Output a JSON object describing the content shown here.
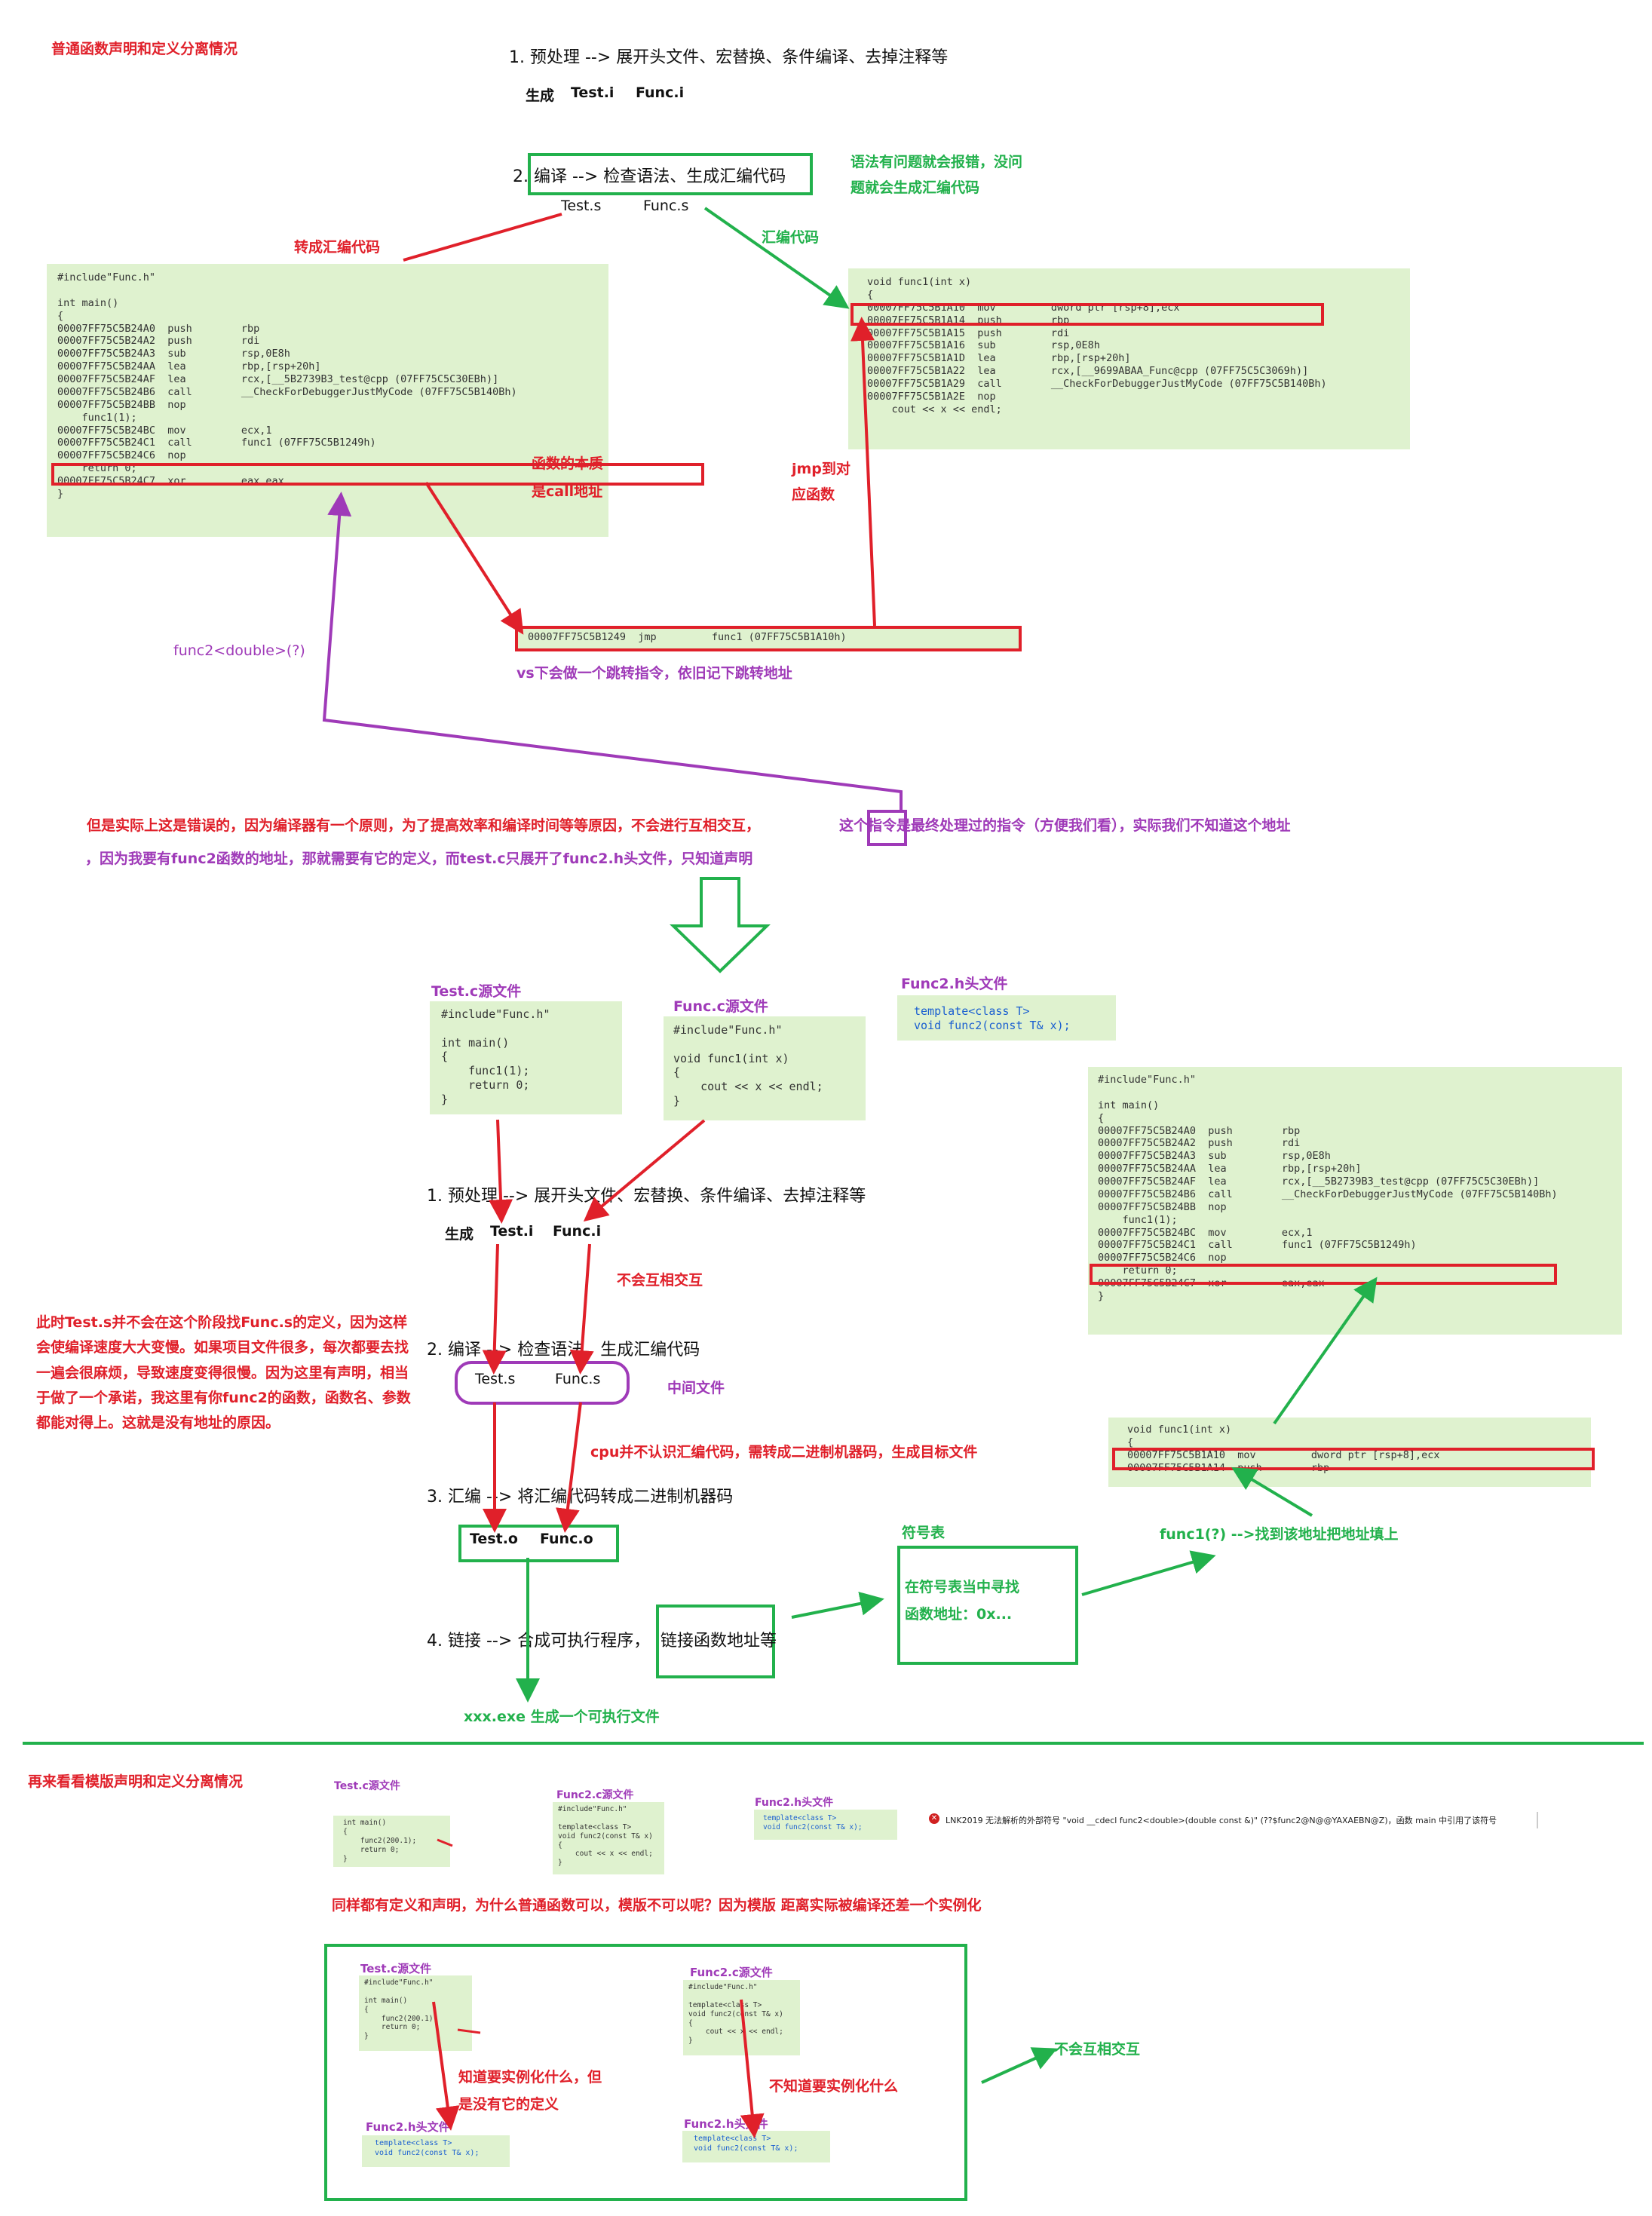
{
  "title": "普通函数声明和定义分离情况",
  "step1": "1. 预处理 --> 展开头文件、宏替换、条件编译、去掉注释等",
  "gen_i": {
    "a": "生成",
    "b": "Test.i",
    "c": "Func.i"
  },
  "step2": "2. 编译 --> 检查语法、生成汇编代码",
  "gen_s": {
    "a": "Test.s",
    "b": "Func.s"
  },
  "syntax_note": [
    "语法有问题就会报错，没问",
    "题就会生成汇编代码"
  ],
  "to_asm": "转成汇编代码",
  "asm_label": "汇编代码",
  "left_asm": "#include\"Func.h\"\n\nint main()\n{\n00007FF75C5B24A0  push        rbp\n00007FF75C5B24A2  push        rdi\n00007FF75C5B24A3  sub         rsp,0E8h\n00007FF75C5B24AA  lea         rbp,[rsp+20h]\n00007FF75C5B24AF  lea         rcx,[__5B2739B3_test@cpp (07FF75C5C30EBh)]\n00007FF75C5B24B6  call        __CheckForDebuggerJustMyCode (07FF75C5B140Bh)\n00007FF75C5B24BB  nop\n    func1(1);\n00007FF75C5B24BC  mov         ecx,1\n00007FF75C5B24C1  call        func1 (07FF75C5B1249h)\n00007FF75C5B24C6  nop\n    return 0;\n00007FF75C5B24C7  xor         eax,eax\n}",
  "call_note": [
    "函数的本质",
    "是call地址"
  ],
  "right_asm": "void func1(int x)\n{\n00007FF75C5B1A10  mov         dword ptr [rsp+8],ecx\n00007FF75C5B1A14  push        rbp\n00007FF75C5B1A15  push        rdi\n00007FF75C5B1A16  sub         rsp,0E8h\n00007FF75C5B1A1D  lea         rbp,[rsp+20h]\n00007FF75C5B1A22  lea         rcx,[__9699ABAA_Func@cpp (07FF75C5C3069h)]\n00007FF75C5B1A29  call        __CheckForDebuggerJustMyCode (07FF75C5B140Bh)\n00007FF75C5B1A2E  nop\n    cout << x << endl;",
  "jmp_note": [
    "jmp到对",
    "应函数"
  ],
  "jmp_line": "00007FF75C5B1249  jmp         func1 (07FF75C5B1A10h)",
  "vs_note": "vs下会做一个跳转指令，依旧记下跳转地址",
  "func2_q": "func2<double>(?)",
  "wrong_line1_a": "但是实际上这是错误的，因为编译器有一个原则，为了提高效率和编译时间等等原因，不会进行互相交互，",
  "wrong_line1_b": "这个指令是最终处理过的指令（方便我们看），实际我们不知道这个地址",
  "wrong_line2": "，因为我要有func2函数的地址，那就需要有它的定义，而test.c只展开了func2.h头文件，只知道声明",
  "testc_label": "Test.c源文件",
  "testc_code": "#include\"Func.h\"\n\nint main()\n{\n    func1(1);\n    return 0;\n}",
  "funcc_label": "Func.c源文件",
  "funcc_code": "#include\"Func.h\"\n\nvoid func1(int x)\n{\n    cout << x << endl;\n}",
  "func2h_label": "Func2.h头文件",
  "func2h_code": "template<class T>\nvoid func2(const T& x);",
  "no_interact": "不会互相交互",
  "explain": "此时Test.s并不会在这个阶段找Func.s的定义，因为这样会使编译速度大大变慢。如果项目文件很多，每次都要去找一遍会很麻烦，导致速度变得很慢。因为这里有声明，相当于做了一个承诺，我这里有你func2的函数，函数名、参数都能对得上。这就是没有地址的原因。",
  "mid_file": "中间文件",
  "cpu_note": "cpu并不认识汇编代码，需转成二进制机器码，生成目标文件",
  "step3": "3. 汇编 --> 将汇编代码转成二进制机器码",
  "gen_o": {
    "a": "Test.o",
    "b": "Func.o"
  },
  "symbol_title": "符号表",
  "symbol_box": [
    "在符号表当中寻找",
    "函数地址：0x..."
  ],
  "step4_a": "4. 链接 --> 合成可执行程序，",
  "step4_b": "链接函数地址等",
  "exe": "xxx.exe 生成一个可执行文件",
  "fill_note": "func1(?) -->找到该地址把地址填上",
  "small_jmp": "void func1(int x)\n{\n00007FF75C5B1A10  mov         dword ptr [rsp+8],ecx\n00007FF75C5B1A14  push        rbp",
  "tpl_title": "再来看看模版声明和定义分离情况",
  "tpl_testc_label": "Test.c源文件",
  "tpl_testc_code": "int main()\n{\n    func2(200.1);\n    return 0;\n}",
  "tpl_funcc_label": "Func2.c源文件",
  "tpl_funcc_code": "#include\"Func.h\"\n\ntemplate<class T>\nvoid func2(const T& x)\n{\n    cout << x << endl;\n}",
  "tpl_h_label": "Func2.h头文件",
  "tpl_h_code": "template<class T>\nvoid func2(const T& x);",
  "lnk_error": "LNK2019 无法解析的外部符号 \"void __cdecl func2<double>(double const &)\" (??$func2@N@@YAXAEBN@Z)，函数 main 中引用了该符号",
  "tpl_question": "同样都有定义和声明，为什么普通函数可以，模版不可以呢？因为模版 距离实际被编译还差一个实例化",
  "box_testc_label": "Test.c源文件",
  "box_testc_code": "#include\"Func.h\"\n\nint main()\n{\n    func2(200.1);\n    return 0;\n}",
  "box_funcc_label": "Func2.c源文件",
  "box_funcc_code": "#include\"Func.h\"\n\ntemplate<class T>\nvoid func2(const T& x)\n{\n    cout << x << endl;\n}",
  "know_note": [
    "知道要实例化什么，但",
    "是没有它的定义"
  ],
  "dontknow_note": "不知道要实例化什么",
  "box_h1_label": "Func2.h头文件",
  "box_h2_label": "Func2.h头文件",
  "box_h_code": "template<class T>\nvoid func2(const T& x);",
  "no_interact2": "不会互相交互",
  "colors": {
    "red": "#e0202a",
    "green": "#22b14c",
    "purple": "#9f3ab8",
    "codebg": "#dff2cf"
  }
}
